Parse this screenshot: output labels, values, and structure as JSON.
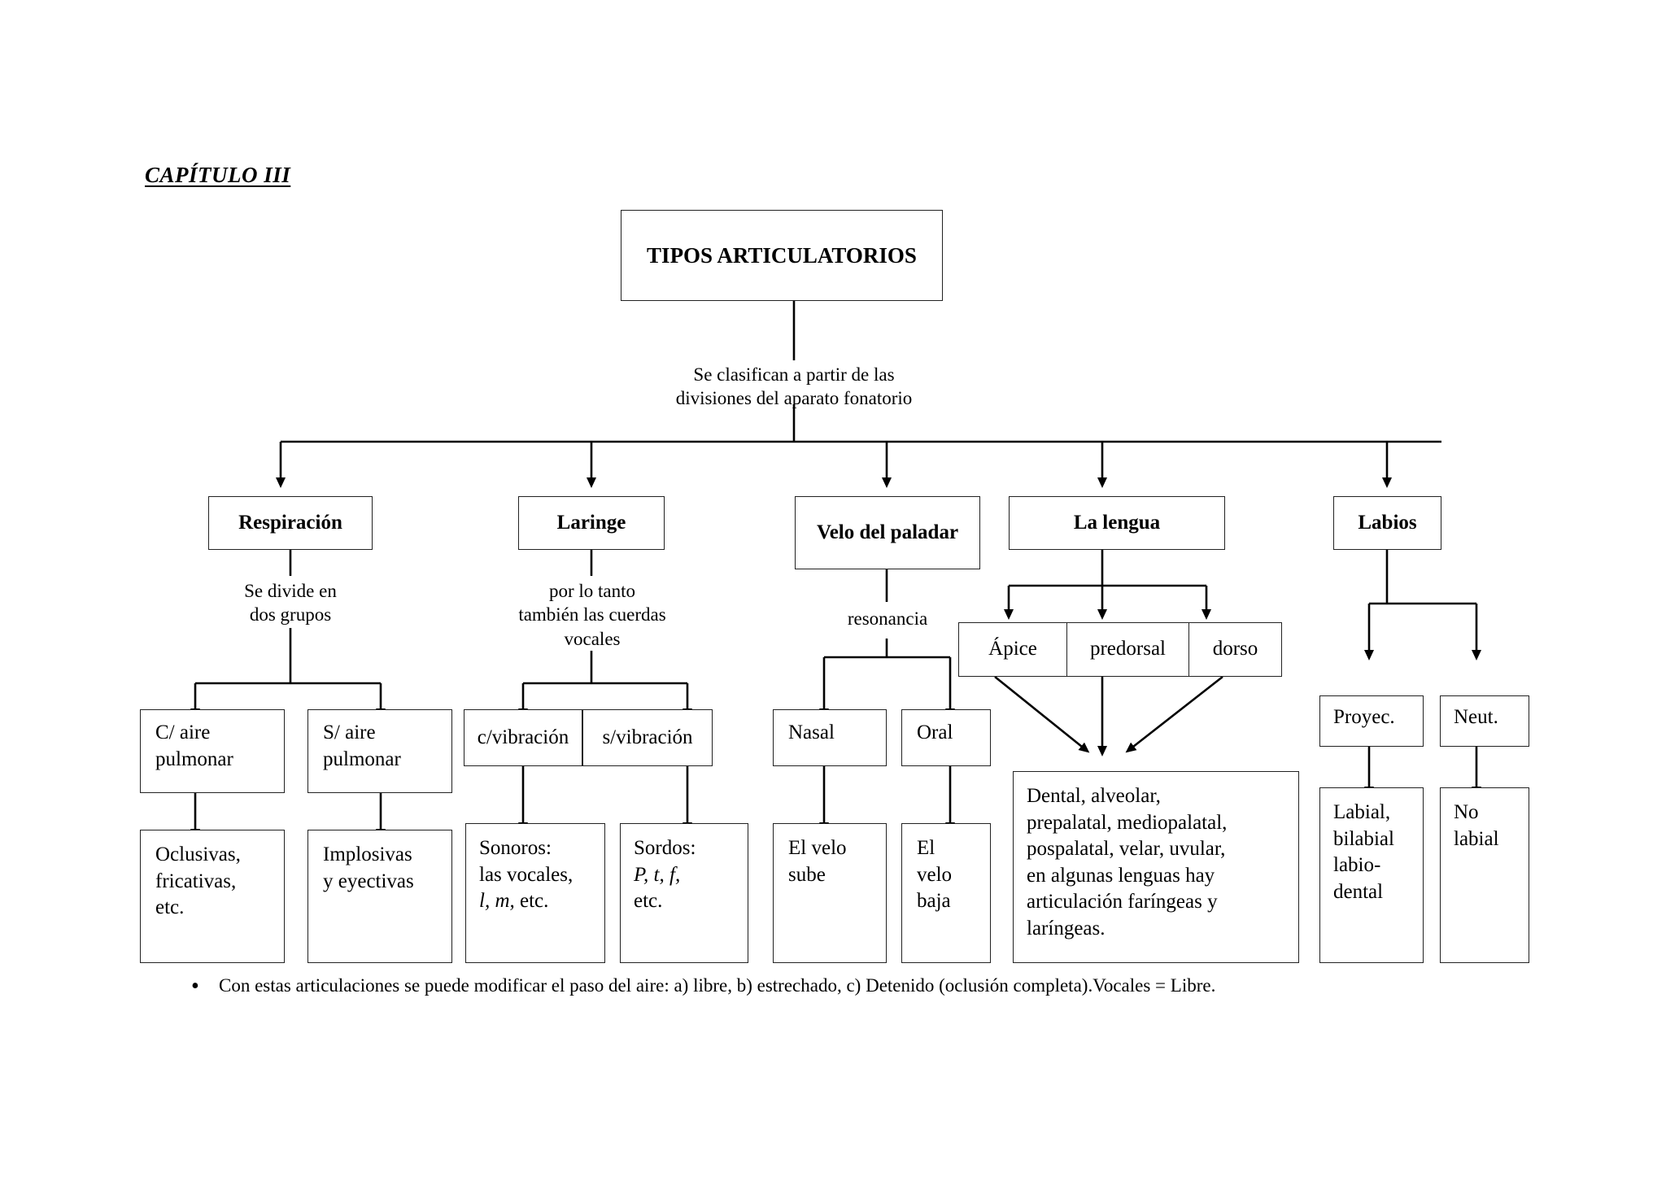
{
  "document": {
    "chapter_label": "CAPÍTULO III"
  },
  "diagram": {
    "root": {
      "label": "TIPOS\nARTICULATORIOS",
      "connector_note": "Se clasifican a partir de las\ndivisiones del aparato fonatorio"
    },
    "branches": [
      {
        "id": "respiracion",
        "head": "Respiración",
        "note": "Se divide en\ndos grupos",
        "children": [
          {
            "label": "C/ aire\npulmonar",
            "child": "Oclusivas,\nfricativas,\netc."
          },
          {
            "label": "S/ aire\npulmonar",
            "child": "Implosivas\ny eyectivas"
          }
        ]
      },
      {
        "id": "laringe",
        "head": "Laringe",
        "note": "por lo tanto\ntambién las cuerdas\nvocales",
        "children": [
          {
            "label": "c/vibración",
            "child_lead": "Sonoros:",
            "child_line2": "las vocales,",
            "child_italic": "l, m,",
            "child_tail": " etc."
          },
          {
            "label": "s/vibración",
            "child_lead": "Sordos:",
            "child_italic": "P, t, f,",
            "child_tail": "etc."
          }
        ]
      },
      {
        "id": "velo-del-paladar",
        "head": "Velo del\npaladar",
        "note": "resonancia",
        "children": [
          {
            "label": "Nasal",
            "child": "El velo\nsube"
          },
          {
            "label": "Oral",
            "child": "El\nvelo\nbaja"
          }
        ]
      },
      {
        "id": "la-lengua",
        "head": "La lengua",
        "note": "",
        "cells": [
          "Ápice",
          "predorsal",
          "dorso"
        ],
        "result": "Dental, alveolar,\nprepalatal, mediopalatal,\npospalatal, velar, uvular,\nen algunas lenguas hay\narticulación faríngeas y\nlaríngeas."
      },
      {
        "id": "labios",
        "head": "Labios",
        "note": "",
        "children": [
          {
            "label": "Proyec.",
            "child": "Labial,\nbilabial\nlabio-\ndental"
          },
          {
            "label": "Neut.",
            "child": "No\nlabial"
          }
        ]
      }
    ]
  },
  "footer": {
    "bullet_glyph": "•",
    "bullet_text": "Con estas articulaciones se puede modificar el paso del aire: a) libre, b) estrechado, c) Detenido (oclusión completa).Vocales = Libre."
  },
  "colors": {
    "page_background": "#ffffff",
    "ink": "#000000",
    "box_border": "#222222"
  }
}
